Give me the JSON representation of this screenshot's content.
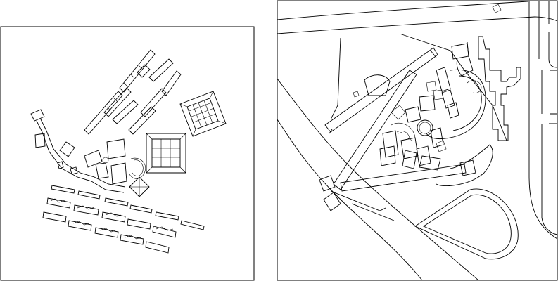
{
  "drawing": {
    "panels": [
      {
        "id": "site-plan-buildings",
        "kind": "building-footprints"
      },
      {
        "id": "site-plan-context",
        "kind": "site-context"
      }
    ],
    "colors": {
      "line": "#000000",
      "background": "#ffffff"
    },
    "annotations": []
  }
}
